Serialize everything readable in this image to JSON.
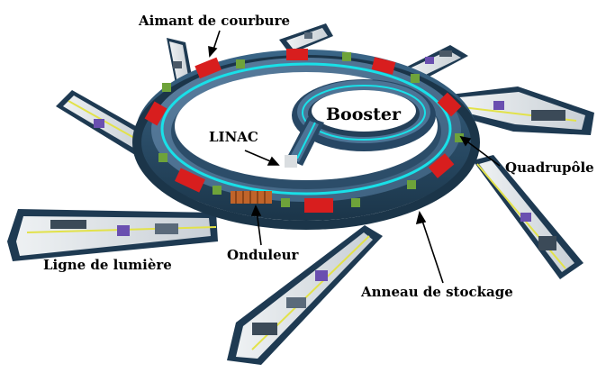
{
  "diagram": {
    "labels": {
      "aimant": "Aimant de courbure",
      "booster": "Booster",
      "linac": "LINAC",
      "quadrupole": "Quadrupôle",
      "onduleur": "Onduleur",
      "ligne": "Ligne de lumière",
      "anneau": "Anneau de stockage"
    },
    "colors": {
      "ring": "#2e4f6b",
      "ring_dark": "#1e3a52",
      "beam": "#19e0e8",
      "dipole_magnet": "#d81e1e",
      "quadrupole_magnet": "#6ea33a",
      "undulator": "#c0642a",
      "beamline_wall": "#233f58",
      "beamline_floor": "#dfe3e6",
      "beamline_beam": "#e2e24a"
    }
  }
}
